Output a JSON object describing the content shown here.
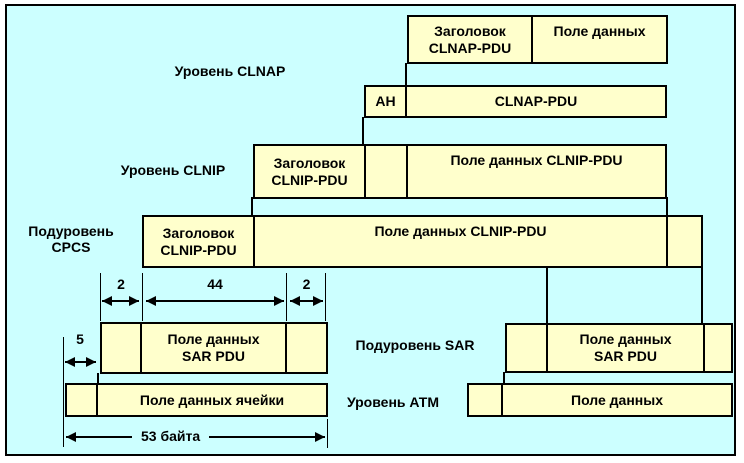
{
  "colors": {
    "background": "#CCFFFF",
    "box_fill": "#FFFFCC",
    "border": "#000000"
  },
  "labels": {
    "clnap_layer": "Уровень CLNAP",
    "clnip_layer": "Уровень CLNIP",
    "cpcs_sublayer": "Подуровень\nCPCS",
    "sar_sublayer": "Подуровень SAR",
    "atm_layer": "Уровень АТМ"
  },
  "boxes": {
    "clnap": {
      "header": "Заголовок\nCLNAP-PDU",
      "payload": "Поле данных"
    },
    "ah_row": {
      "ah": "AH",
      "pdu": "CLNAP-PDU"
    },
    "clnip": {
      "header": "Заголовок\nCLNIP-PDU",
      "payload": "Поле данных CLNIP-PDU"
    },
    "cpcs": {
      "header": "Заголовок\nCLNIP-PDU",
      "payload": "Поле данных CLNIP-PDU"
    },
    "sar_left": {
      "payload": "Поле данных\nSAR PDU"
    },
    "sar_right": {
      "payload": "Поле данных\nSAR PDU"
    },
    "atm_left": {
      "payload": "Поле данных ячейки"
    },
    "atm_right": {
      "payload": "Поле данных"
    }
  },
  "dimensions": {
    "sar_header_bytes": "2",
    "sar_payload_bytes": "44",
    "sar_trailer_bytes": "2",
    "atm_header_bytes": "5",
    "cell_total_bytes": "53 байта"
  }
}
